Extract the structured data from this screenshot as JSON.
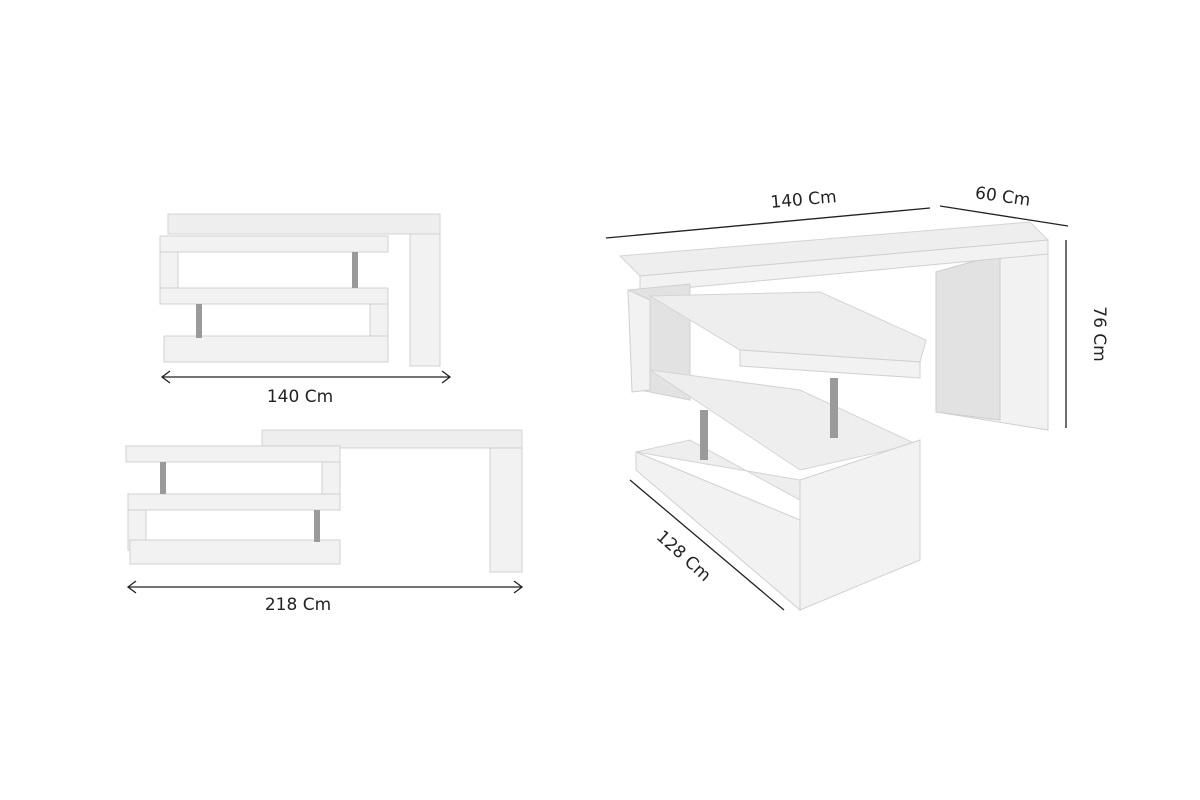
{
  "views": {
    "compact": {
      "width_label": "140 Cm"
    },
    "extended": {
      "width_label": "218 Cm"
    },
    "perspective": {
      "length_label": "140 Cm",
      "depth_label": "60 Cm",
      "height_label": "76 Cm",
      "shelf_length_label": "128 Cm"
    }
  }
}
